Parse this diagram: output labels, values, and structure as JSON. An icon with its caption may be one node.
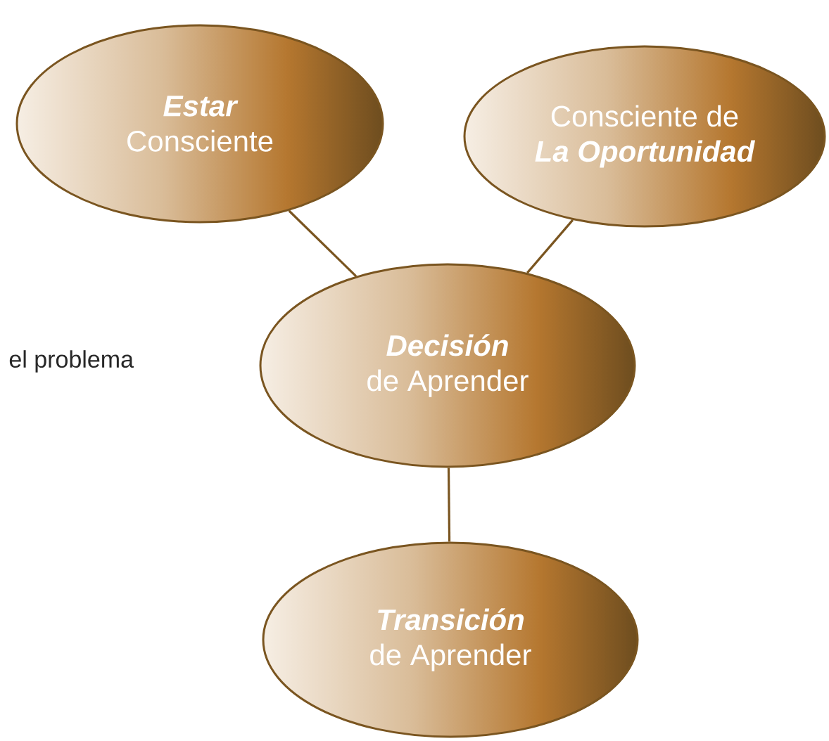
{
  "diagram": {
    "nodes": [
      {
        "text": [
          "Estar",
          "Consciente"
        ]
      },
      {
        "text": [
          "Consciente de",
          "La Oportunidad"
        ]
      },
      {
        "text": [
          "Decisión",
          "de Aprender"
        ]
      },
      {
        "text": [
          "Transición",
          "de Aprender"
        ]
      }
    ],
    "edges": [
      {
        "from": 0,
        "to": 2,
        "arrow": "none"
      },
      {
        "from": 1,
        "to": 2,
        "arrow": "none"
      },
      {
        "from": 2,
        "to": 3,
        "arrow": "none"
      }
    ],
    "labels": [
      "el problema"
    ]
  }
}
